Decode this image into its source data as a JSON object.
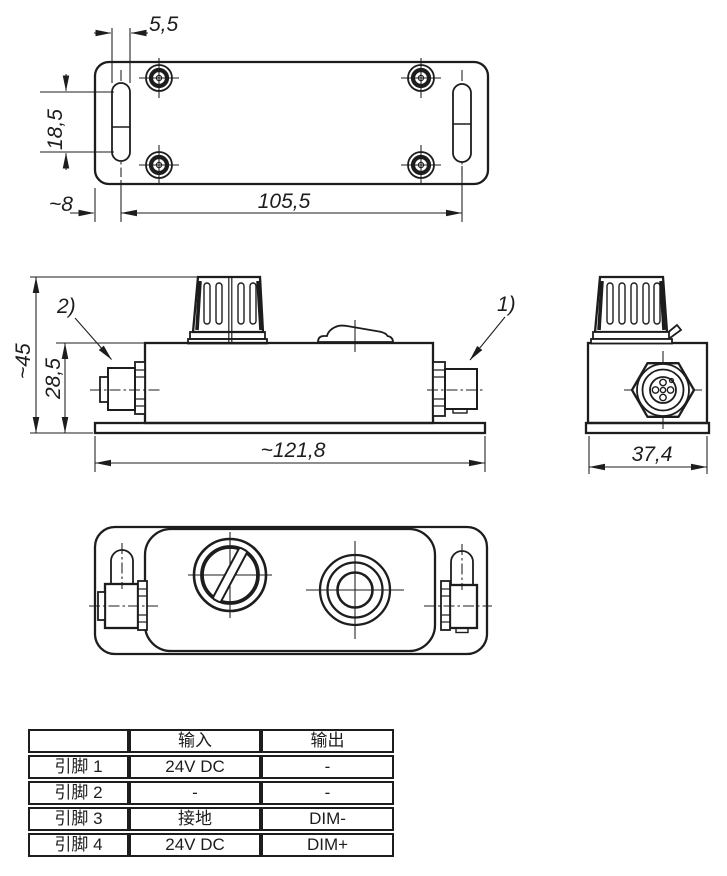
{
  "colors": {
    "line": "#1d1d1d",
    "background": "#ffffff"
  },
  "views": {
    "top": {
      "dims": {
        "slot_width": "5,5",
        "slot_length": "18,5",
        "edge_offset": "~8",
        "hole_spacing": "105,5"
      }
    },
    "front": {
      "dims": {
        "overall_height": "~45",
        "body_height": "28,5",
        "overall_length": "~121,8"
      },
      "callouts": {
        "right_connector": "1)",
        "left_connector": "2)"
      }
    },
    "side": {
      "dims": {
        "depth": "37,4"
      }
    }
  },
  "pin_table": {
    "headers": {
      "pin": "",
      "input": "输入",
      "output": "输出"
    },
    "rows": [
      {
        "pin": "引脚 1",
        "input": "24V DC",
        "output": "-"
      },
      {
        "pin": "引脚 2",
        "input": "-",
        "output": "-"
      },
      {
        "pin": "引脚 3",
        "input": "接地",
        "output": "DIM-"
      },
      {
        "pin": "引脚 4",
        "input": "24V DC",
        "output": "DIM+"
      }
    ]
  }
}
